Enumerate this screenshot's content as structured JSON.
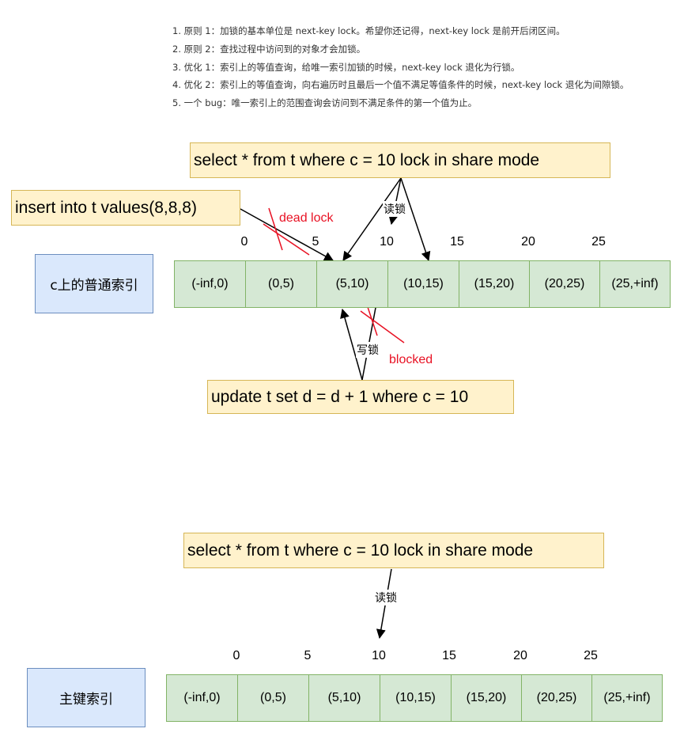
{
  "rules": [
    "1. 原则 1：加锁的基本单位是 next-key lock。希望你还记得，next-key lock 是前开后闭区间。",
    "2. 原则 2：查找过程中访问到的对象才会加锁。",
    "3. 优化 1：索引上的等值查询，给唯一索引加锁的时候，next-key lock 退化为行锁。",
    "4. 优化 2：索引上的等值查询，向右遍历时且最后一个值不满足等值条件的时候，next-key lock 退化为间隙锁。",
    "5. 一个 bug：唯一索引上的范围查询会访问到不满足条件的第一个值为止。"
  ],
  "diagram1": {
    "select_sql": "select * from t where c = 10 lock in share mode",
    "insert_sql": "insert into t values(8,8,8)",
    "update_sql": "update t set d = d + 1 where c = 10",
    "index_label": "c上的普通索引",
    "read_lock": "读锁",
    "write_lock": "写锁",
    "dead_lock": "dead lock",
    "blocked": "blocked",
    "ticks": [
      "0",
      "5",
      "10",
      "15",
      "20",
      "25"
    ],
    "cells": [
      "(-inf,0)",
      "(0,5)",
      "(5,10)",
      "(10,15)",
      "(15,20)",
      "(20,25)",
      "(25,+inf)"
    ]
  },
  "diagram2": {
    "select_sql": "select * from t where c = 10 lock in share mode",
    "index_label": "主键索引",
    "read_lock": "读锁",
    "ticks": [
      "0",
      "5",
      "10",
      "15",
      "20",
      "25"
    ],
    "cells": [
      "(-inf,0)",
      "(0,5)",
      "(5,10)",
      "(10,15)",
      "(15,20)",
      "(20,25)",
      "(25,+inf)"
    ]
  },
  "colors": {
    "sql_fill": "#fff2cc",
    "index_label_fill": "#dae8fc",
    "cell_fill": "#d5e8d4",
    "conflict": "#e81123"
  }
}
